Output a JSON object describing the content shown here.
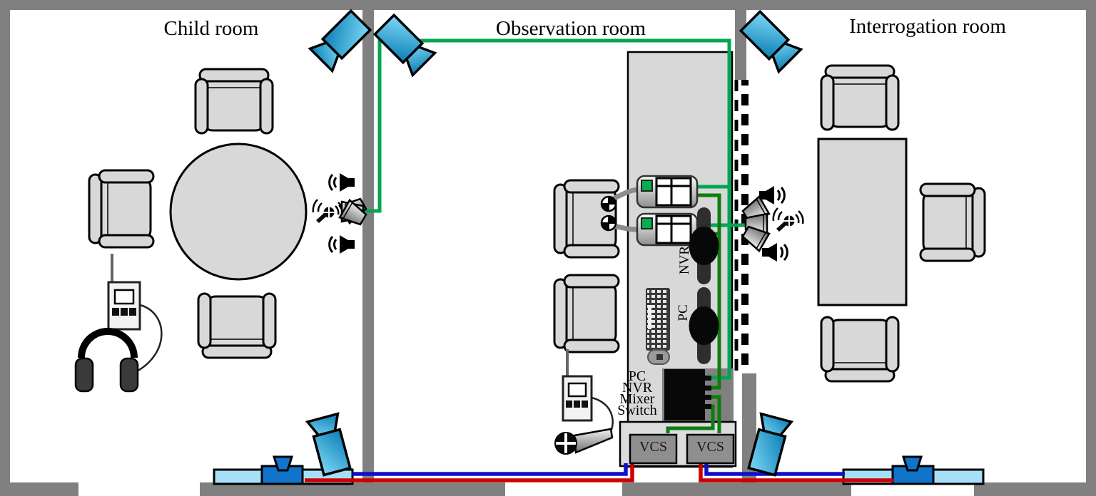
{
  "rooms": {
    "child": {
      "label": "Child room"
    },
    "observation": {
      "label": "Observation room"
    },
    "interrogation": {
      "label": "Interrogation room"
    }
  },
  "equipment": {
    "nvr": "NVR",
    "pc": "PC",
    "rack": [
      "PC",
      "NVR",
      "Mixer",
      "Switch"
    ],
    "vcs_left": "VCS",
    "vcs_right": "VCS"
  },
  "colors": {
    "wall": "#808080",
    "furniture": "#d8d8d8",
    "camera_blue": "#29abe2",
    "cable_bright_green": "#00a651",
    "cable_dark_green": "#0e7c0e",
    "cable_red": "#cc0000",
    "cable_blue": "#1010cc",
    "tv_screen": "#a5e0f8",
    "tv_camera": "#1173c9",
    "led_green": "#00b050"
  }
}
